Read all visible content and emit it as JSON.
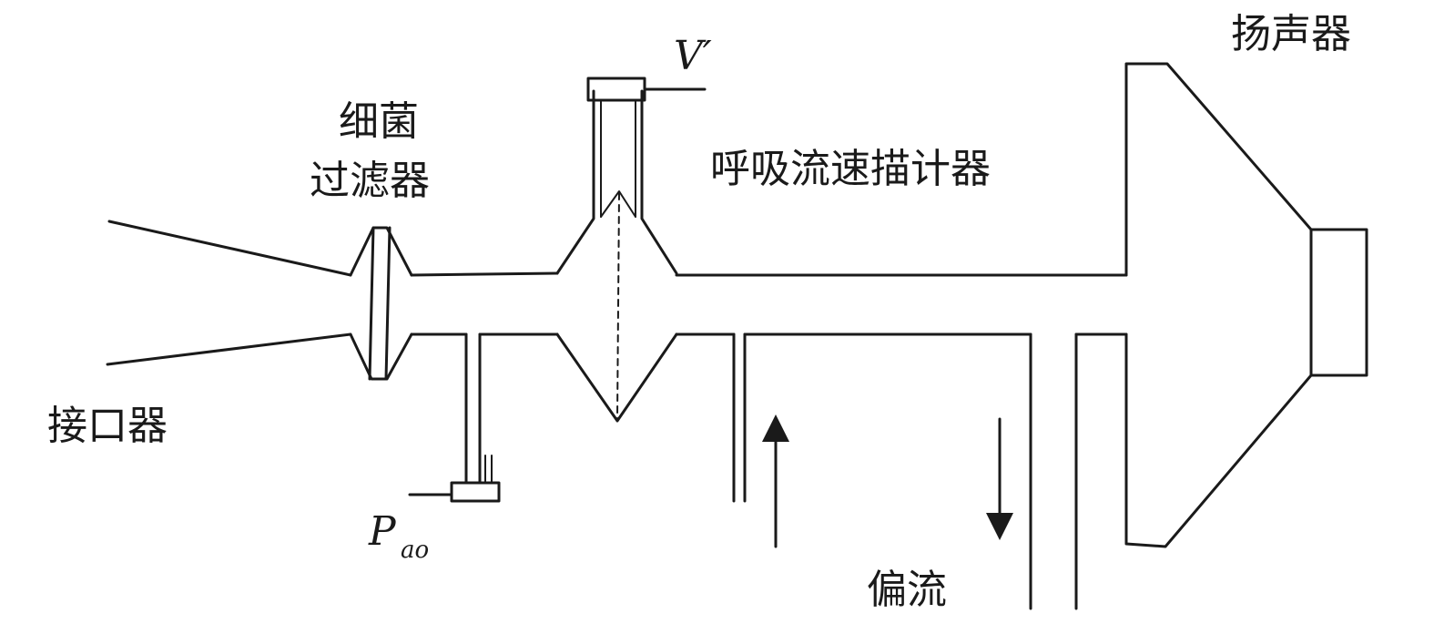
{
  "labels": {
    "interface": "接口器",
    "filter_line1": "细菌",
    "filter_line2": "过滤器",
    "pneumotach": "呼吸流速描计器",
    "speaker": "扬声器",
    "bias_flow": "偏流",
    "volume": "V′",
    "pressure_main": "P",
    "pressure_sub": "ao"
  },
  "colors": {
    "line": "#1a1a1a",
    "background": "#ffffff"
  }
}
